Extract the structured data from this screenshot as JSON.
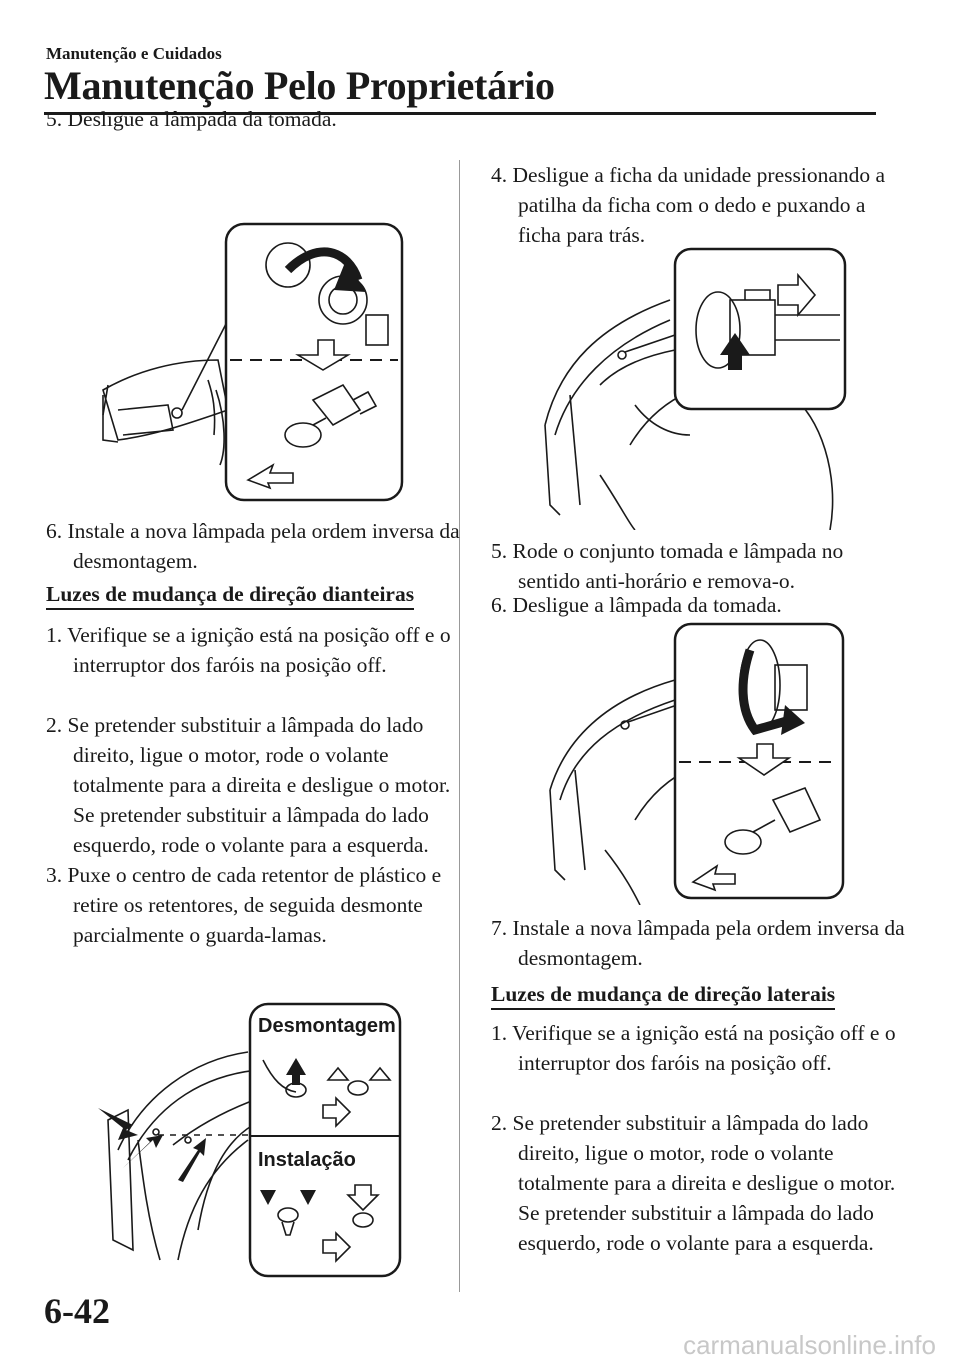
{
  "header": {
    "section": "Manutenção e Cuidados",
    "title": "Manutenção Pelo Proprietário"
  },
  "left": {
    "step5": "5. Desligue a lâmpada da tomada.",
    "step6": "6. Instale a nova lâmpada pela ordem inversa da desmontagem.",
    "heading": "Luzes de mudança de direção dianteiras",
    "step1": "1. Verifique se a ignição está na posição off e o interruptor dos faróis na posição off.",
    "step2": "2. Se pretender substituir a lâmpada do lado direito, ligue o motor, rode o volante totalmente para a direita e desligue o motor. Se pretender substituir a lâmpada do lado esquerdo, rode o volante para a esquerda.",
    "step3": "3. Puxe o centro de cada retentor de plástico e retire os retentores, de seguida desmonte parcialmente o guarda-lamas.",
    "figure_label_removal": "Desmontagem",
    "figure_label_install": "Instalação"
  },
  "right": {
    "step4": "4. Desligue a ficha da unidade pressionando a patilha da ficha com o dedo e puxando a ficha para trás.",
    "step5": "5. Rode o conjunto tomada e lâmpada no sentido anti-horário e remova-o.",
    "step6": "6. Desligue a lâmpada da tomada.",
    "step7": "7. Instale a nova lâmpada pela ordem inversa da desmontagem.",
    "heading": "Luzes de mudança de direção laterais",
    "step1": "1. Verifique se a ignição está na posição off e o interruptor dos faróis na posição off.",
    "step2": "2. Se pretender substituir a lâmpada do lado direito, ligue o motor, rode o volante totalmente para a direita e desligue o motor. Se pretender substituir a lâmpada do lado esquerdo, rode o volante para a esquerda."
  },
  "footer": {
    "page_number": "6-42",
    "watermark": "carmanualsonline.info"
  }
}
